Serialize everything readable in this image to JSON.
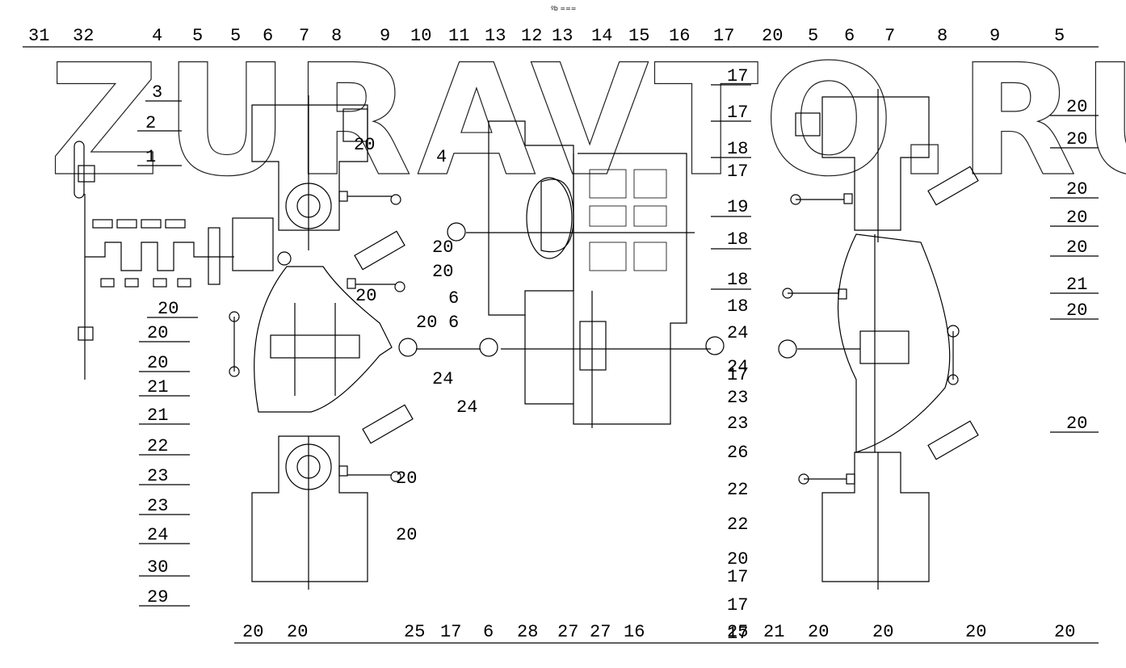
{
  "watermark": "ZURAVTO.RU",
  "top_mark": "ºb ===",
  "labels": {
    "top": [
      "31",
      "32",
      "4",
      "5",
      "5",
      "6",
      "7",
      "8",
      "9",
      "10",
      "11",
      "13",
      "12",
      "13",
      "14",
      "15",
      "16",
      "17",
      "20",
      "5",
      "6",
      "7",
      "8",
      "9",
      "5"
    ],
    "left": [
      "3",
      "2",
      "1",
      "20",
      "20",
      "20",
      "21",
      "21",
      "22",
      "23",
      "23",
      "24",
      "30",
      "29"
    ],
    "inner": [
      "20",
      "4",
      "20",
      "20",
      "20",
      "6",
      "6",
      "20",
      "24",
      "24",
      "20",
      "20"
    ],
    "right": [
      "17",
      "17",
      "18",
      "17",
      "19",
      "18",
      "18",
      "18",
      "24",
      "24",
      "23",
      "23",
      "26",
      "22",
      "22",
      "20",
      "17",
      "17",
      "17",
      "17",
      "20",
      "20",
      "20",
      "20",
      "20",
      "20",
      "21",
      "20"
    ],
    "bottom": [
      "20",
      "20",
      "25",
      "17",
      "6",
      "28",
      "27",
      "27",
      "16",
      "25",
      "21",
      "20",
      "20",
      "20",
      "20"
    ]
  }
}
